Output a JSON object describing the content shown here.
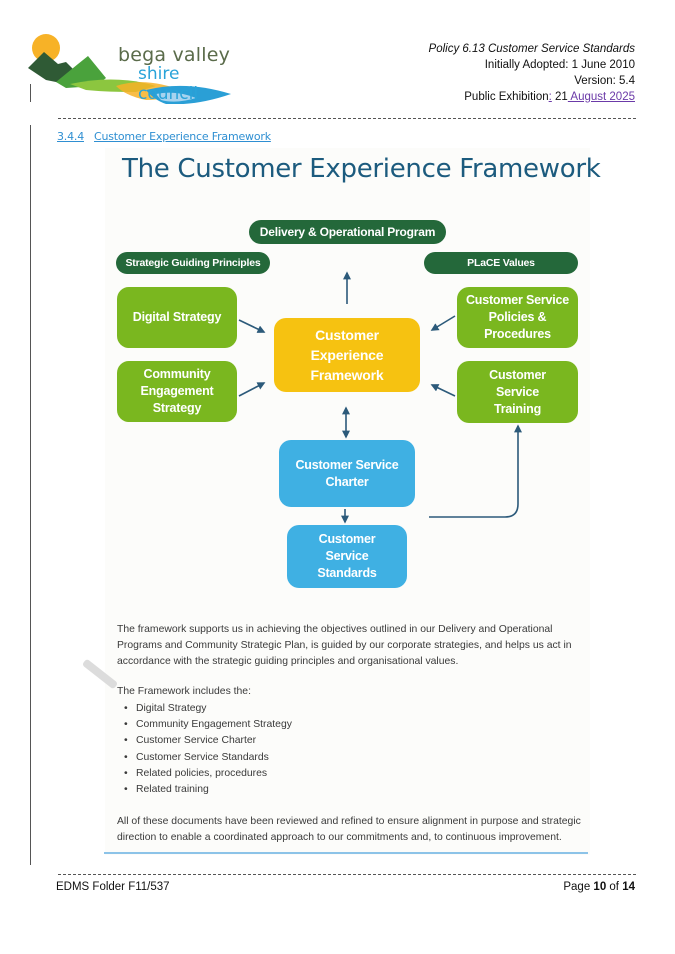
{
  "logo": {
    "line1": "bega valley",
    "line2": "shire council",
    "colors": {
      "sun": "#f7b227",
      "mountain_dark": "#2f5a35",
      "mountain_green": "#4aa23c",
      "water_blue": "#2a9fd6"
    }
  },
  "header": {
    "policy_title": "Policy 6.13 Customer Service Standards",
    "initially_adopted": "Initially Adopted: 1 June 2010",
    "version": "Version: 5.4",
    "public_exhibition_prefix": "Public Exhibition",
    "public_exhibition_sep": ":",
    "public_exhibition_day": " 21",
    "public_exhibition_month_year": " August 2025"
  },
  "section": {
    "number": "3.4.4",
    "title": "Customer Experience Framework"
  },
  "diagram": {
    "title": "The Customer Experience Framework",
    "top_pill": "Delivery & Operational Program",
    "left_pill": "Strategic Guiding Principles",
    "right_pill": "PLaCE Values",
    "left_boxes": [
      "Digital Strategy",
      "Community Engagement Strategy"
    ],
    "right_boxes": [
      "Customer Service Policies & Procedures",
      "Customer Service Training"
    ],
    "center_box": "Customer Experience Framework",
    "charter_box": "Customer Service Charter",
    "standards_box": "Customer Service Standards",
    "colors": {
      "pill": "#24683a",
      "green_box": "#7ab71f",
      "center": "#f6c211",
      "blue_box": "#3fb0e3",
      "arrow": "#2c5a7a",
      "title": "#1c5b7e"
    }
  },
  "body": {
    "paragraph1": "The framework supports us in achieving the objectives outlined in our Delivery and Operational Programs and Community Strategic Plan, is guided by our corporate strategies, and helps us act in accordance with the strategic guiding principles and organisational values.",
    "list_intro": "The Framework includes the:",
    "list_items": [
      "Digital Strategy",
      "Community Engagement Strategy",
      "Customer Service Charter",
      "Customer Service Standards",
      "Related policies, procedures",
      "Related training"
    ],
    "paragraph2": "All of these documents have been reviewed and refined to ensure alignment in purpose and strategic direction to enable a coordinated approach to our commitments and, to continuous improvement."
  },
  "footer": {
    "folder": "EDMS Folder F11/537",
    "page_prefix": "Page ",
    "page_current": "10",
    "page_of": " of ",
    "page_total": "14"
  }
}
